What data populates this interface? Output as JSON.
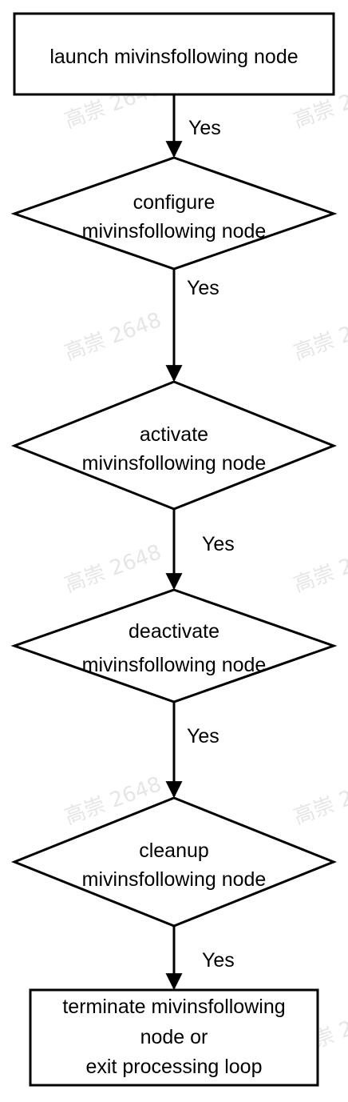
{
  "watermark": {
    "text": "高崇 2648"
  },
  "nodes": {
    "launch": {
      "shape": "rectangle",
      "lines": [
        "launch mivinsfollowing node"
      ]
    },
    "configure": {
      "shape": "diamond",
      "lines": [
        "configure",
        "mivinsfollowing node"
      ]
    },
    "activate": {
      "shape": "diamond",
      "lines": [
        "activate",
        "mivinsfollowing node"
      ]
    },
    "deactivate": {
      "shape": "diamond",
      "lines": [
        "deactivate",
        "mivinsfollowing node"
      ]
    },
    "cleanup": {
      "shape": "diamond",
      "lines": [
        "cleanup",
        "mivinsfollowing node"
      ]
    },
    "terminate": {
      "shape": "rectangle",
      "lines": [
        "terminate mivinsfollowing",
        "node or",
        "exit processing loop"
      ]
    }
  },
  "edges": [
    {
      "from": "launch",
      "to": "configure",
      "label": "Yes"
    },
    {
      "from": "configure",
      "to": "activate",
      "label": "Yes"
    },
    {
      "from": "activate",
      "to": "deactivate",
      "label": "Yes"
    },
    {
      "from": "deactivate",
      "to": "cleanup",
      "label": "Yes"
    },
    {
      "from": "cleanup",
      "to": "terminate",
      "label": "Yes"
    }
  ],
  "colors": {
    "stroke": "#000000",
    "fill": "#ffffff",
    "watermark": "#e6e6e6"
  }
}
